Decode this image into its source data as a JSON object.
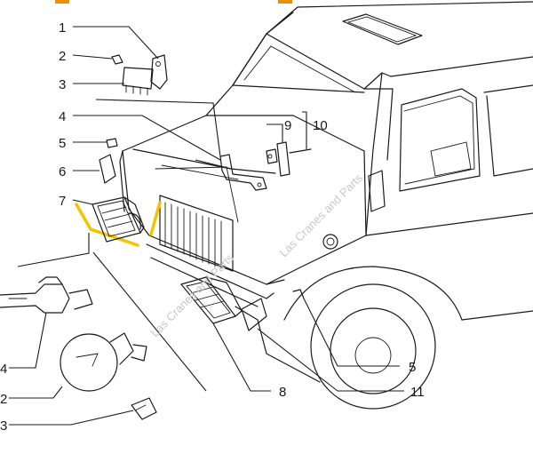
{
  "diagram": {
    "callouts": [
      {
        "id": "c1",
        "label": "1"
      },
      {
        "id": "c2",
        "label": "2"
      },
      {
        "id": "c3",
        "label": "3"
      },
      {
        "id": "c4",
        "label": "4"
      },
      {
        "id": "c5",
        "label": "5"
      },
      {
        "id": "c6",
        "label": "6"
      },
      {
        "id": "c7",
        "label": "7"
      },
      {
        "id": "c9",
        "label": "9"
      },
      {
        "id": "c10",
        "label": "10"
      },
      {
        "id": "c4b",
        "label": "4"
      },
      {
        "id": "c2b",
        "label": "2"
      },
      {
        "id": "c3b",
        "label": "3"
      },
      {
        "id": "c5b",
        "label": "5"
      },
      {
        "id": "c8",
        "label": "8"
      },
      {
        "id": "c11",
        "label": "11"
      }
    ],
    "watermark": "Las Cranes and Parts",
    "colors": {
      "line": "#1a1a1a",
      "highlight": "#f2c500",
      "accent": "#f08c00"
    }
  }
}
